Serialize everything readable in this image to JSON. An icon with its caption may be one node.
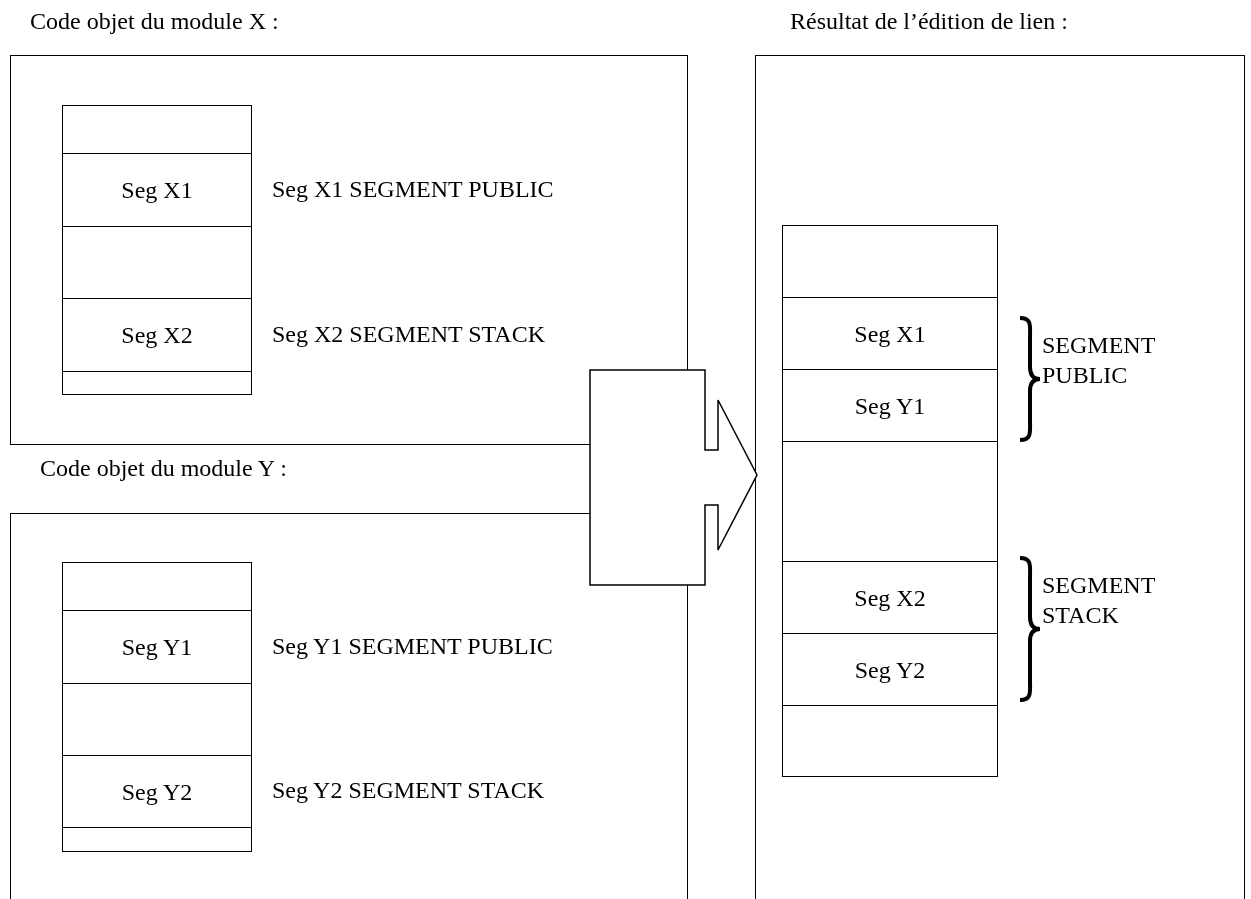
{
  "diagram": {
    "nodes": [
      {
        "text": [
          "Code objet du module X :"
        ]
      },
      {
        "text": [],
        "shape": "box",
        "in": 0
      },
      {
        "text": [
          "Seg X1"
        ],
        "in": 0,
        "beside": [
          "Seg X1 SEGMENT PUBLIC"
        ]
      },
      {
        "text": [],
        "shape": "box",
        "in": 0
      },
      {
        "text": [
          "Seg X2"
        ],
        "in": 0,
        "beside": [
          "Seg X2 SEGMENT STACK"
        ]
      },
      {
        "text": [],
        "shape": "box",
        "in": 0
      },
      {
        "text": [
          "Code objet du module Y :"
        ]
      },
      {
        "text": [],
        "shape": "box",
        "in": 6
      },
      {
        "text": [
          "Seg Y1"
        ],
        "in": 6,
        "beside": [
          "Seg Y1 SEGMENT PUBLIC"
        ]
      },
      {
        "text": [],
        "shape": "box",
        "in": 6
      },
      {
        "text": [
          "Seg Y2"
        ],
        "in": 6,
        "beside": [
          "Seg Y2 SEGMENT STACK"
        ]
      },
      {
        "text": [],
        "shape": "box",
        "in": 6
      },
      {
        "text": [
          "Résultat de l’édition de lien :"
        ]
      },
      {
        "text": [],
        "shape": "box",
        "in": 12
      },
      {
        "text": [
          "Seg X1"
        ],
        "in": 12
      },
      {
        "text": [
          "Seg Y1"
        ],
        "in": 12
      },
      {
        "text": [],
        "shape": "box",
        "in": 12
      },
      {
        "text": [
          "Seg X2"
        ],
        "in": 12
      },
      {
        "text": [
          "Seg Y2"
        ],
        "in": 12
      },
      {
        "text": [],
        "shape": "box",
        "in": 12
      }
    ],
    "edges": [
      {
        "from": 0,
        "to": 12,
        "arrow": "to"
      },
      {
        "from": 6,
        "to": 12,
        "arrow": "to"
      }
    ],
    "labels": [
      "SEGMENT PUBLIC",
      "SEGMENT STACK"
    ]
  }
}
